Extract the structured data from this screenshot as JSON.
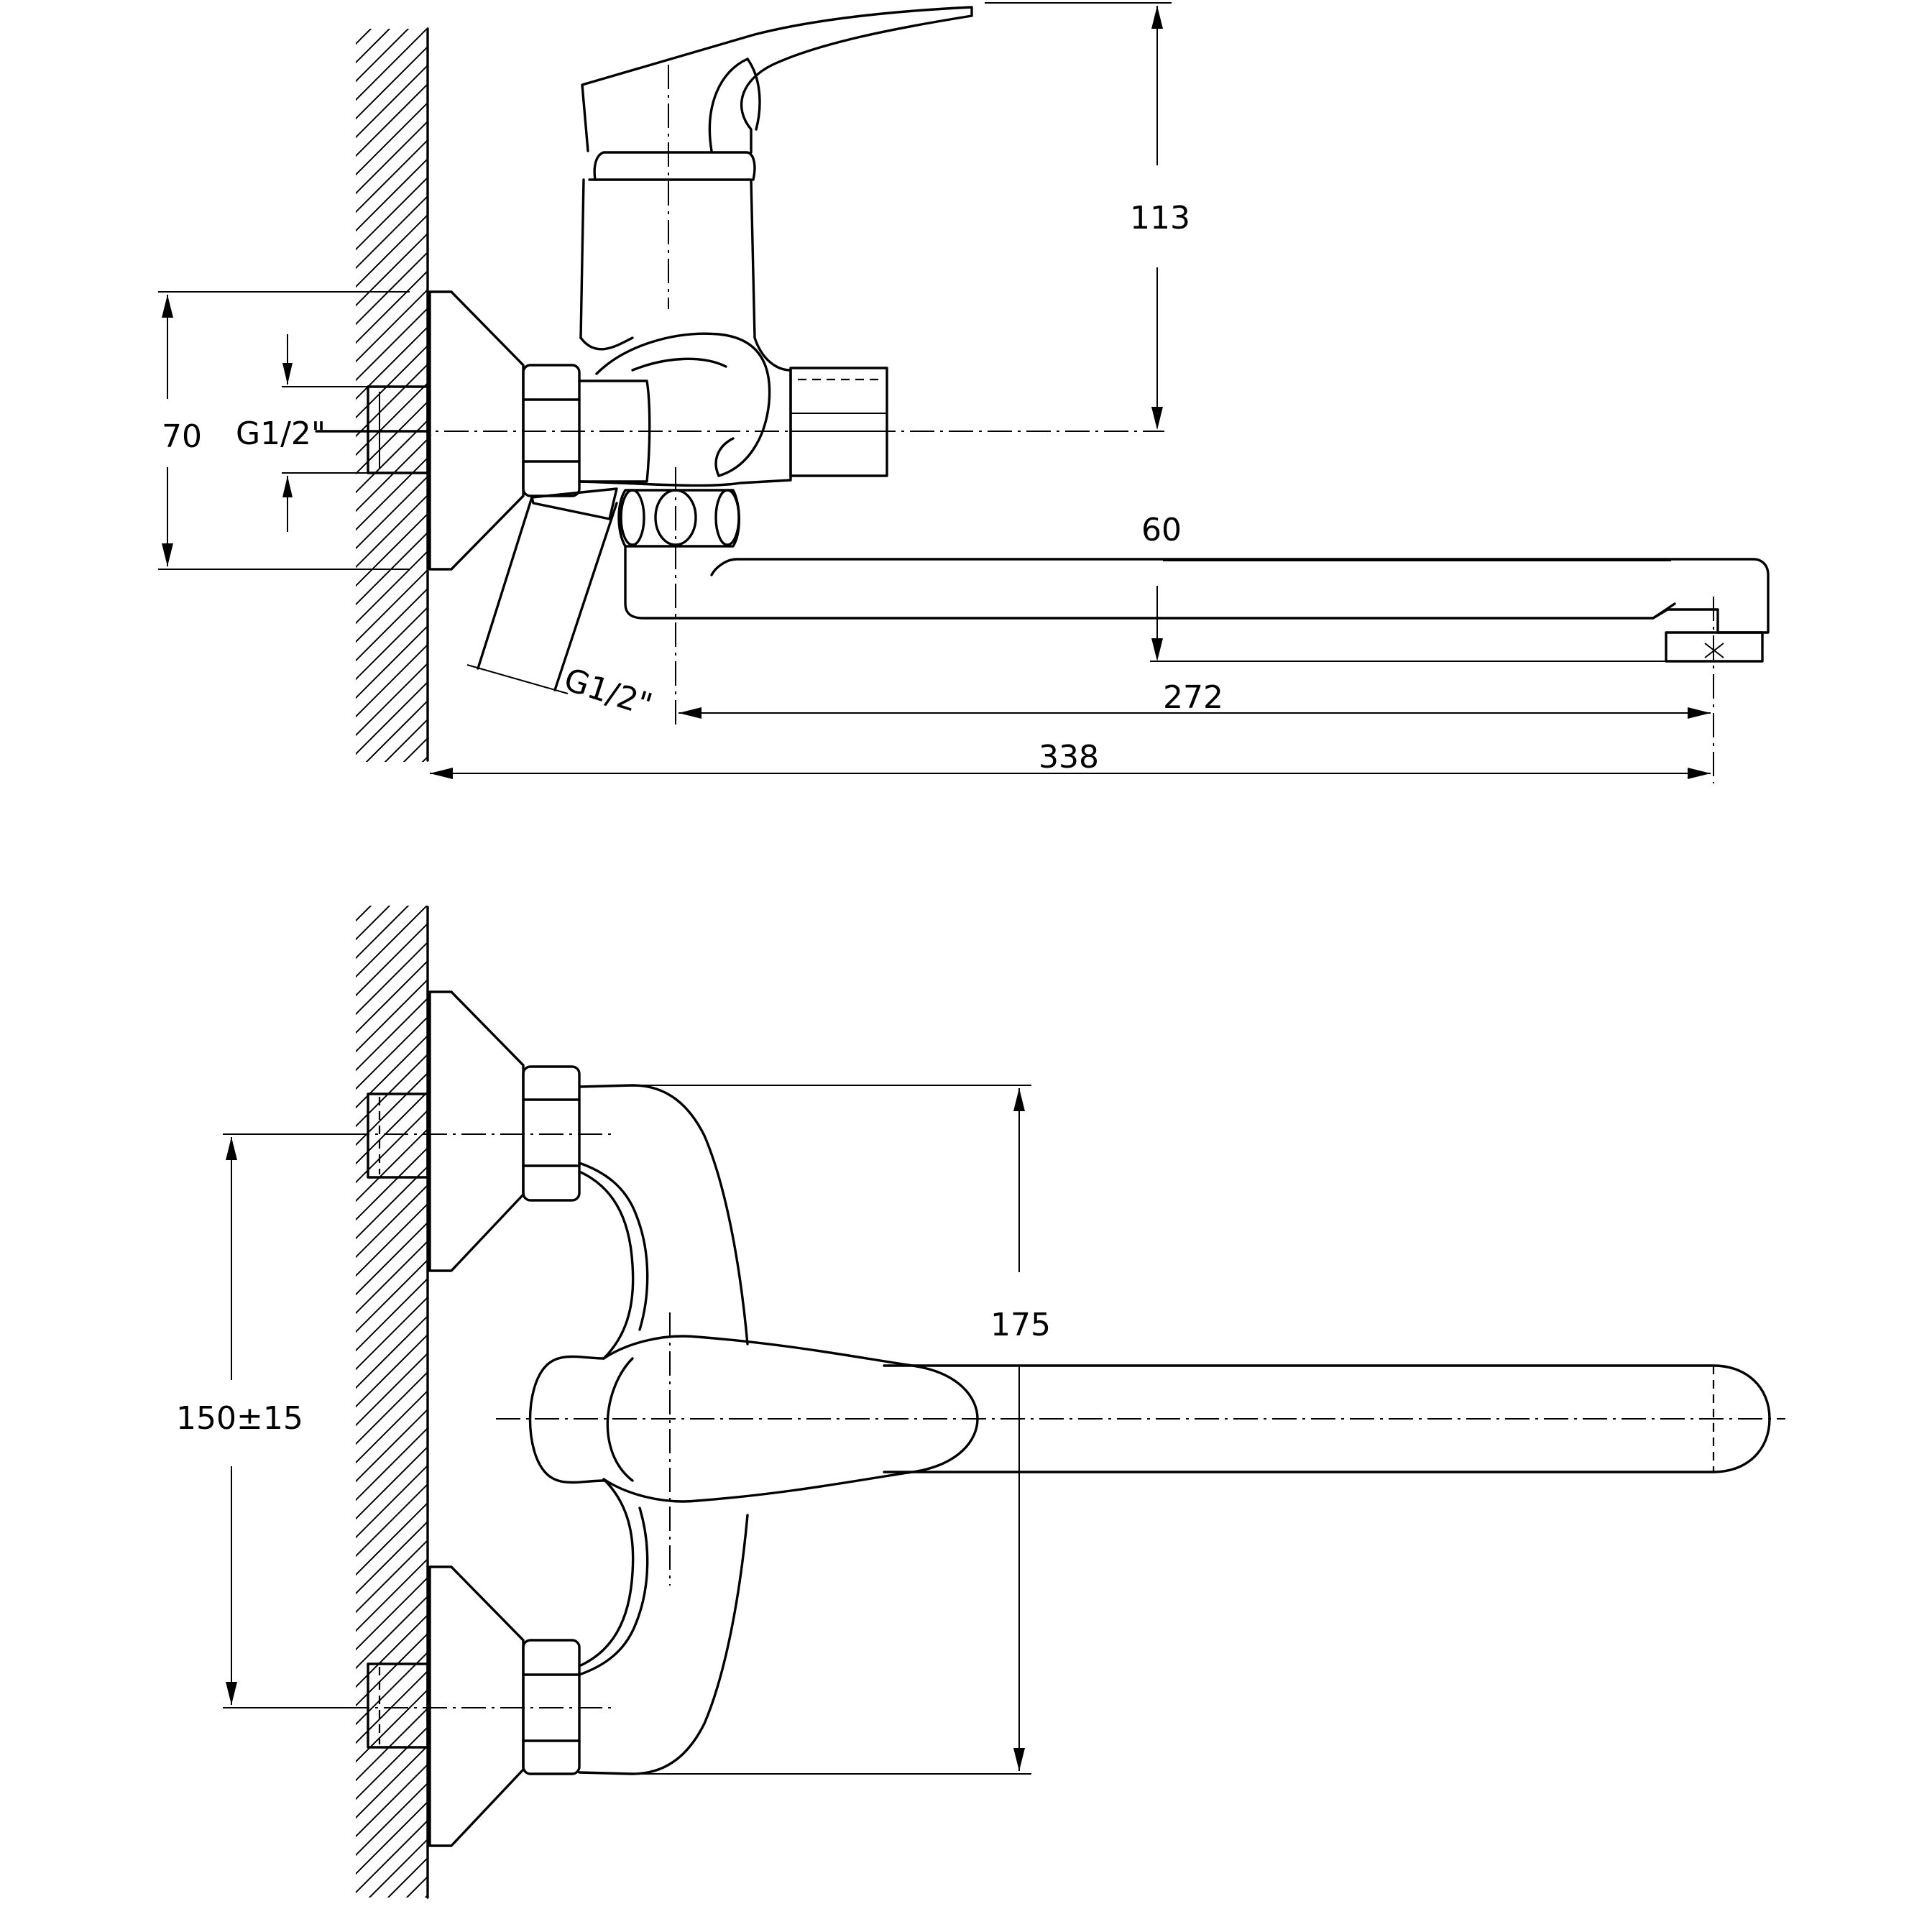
{
  "side_view": {
    "dim_height_above_axis": "113",
    "dim_eccentric_height": "70",
    "dim_spout_drop": "60",
    "dim_spout_reach": "272",
    "dim_overall_length": "338",
    "thread_wall": "G1/2\"",
    "thread_outlet": "G1/2\""
  },
  "top_view": {
    "dim_body_width": "175",
    "dim_inlet_spacing": "150±15"
  },
  "colors": {
    "line": "#000000",
    "background": "#ffffff"
  }
}
